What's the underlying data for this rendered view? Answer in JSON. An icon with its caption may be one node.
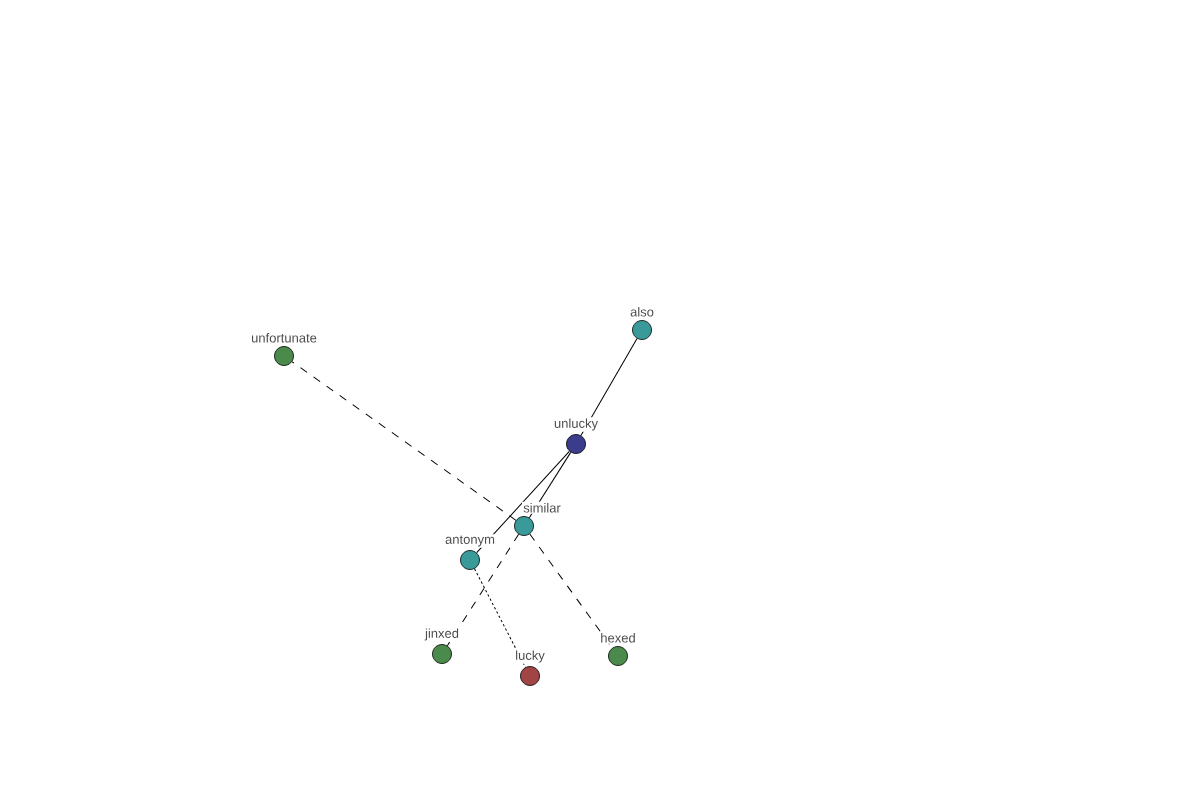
{
  "diagram": {
    "nodes": [
      {
        "text": [
          "unfortunate"
        ]
      },
      {
        "text": [
          "also"
        ]
      },
      {
        "text": [
          "unlucky"
        ]
      },
      {
        "text": [
          "similar"
        ]
      },
      {
        "text": [
          "antonym"
        ]
      },
      {
        "text": [
          "jinxed"
        ]
      },
      {
        "text": [
          "lucky"
        ]
      },
      {
        "text": [
          "hexed"
        ]
      }
    ],
    "edges": [
      {
        "from": 2,
        "to": 1,
        "arrow": "none"
      },
      {
        "from": 2,
        "to": 3,
        "arrow": "none"
      },
      {
        "from": 2,
        "to": 4,
        "arrow": "none"
      },
      {
        "from": 3,
        "to": 0,
        "arrow": "none",
        "style": "dashed"
      },
      {
        "from": 3,
        "to": 5,
        "arrow": "none",
        "style": "dashed"
      },
      {
        "from": 3,
        "to": 7,
        "arrow": "none",
        "style": "dashed"
      },
      {
        "from": 4,
        "to": 6,
        "arrow": "none",
        "style": "dashed"
      }
    ]
  }
}
